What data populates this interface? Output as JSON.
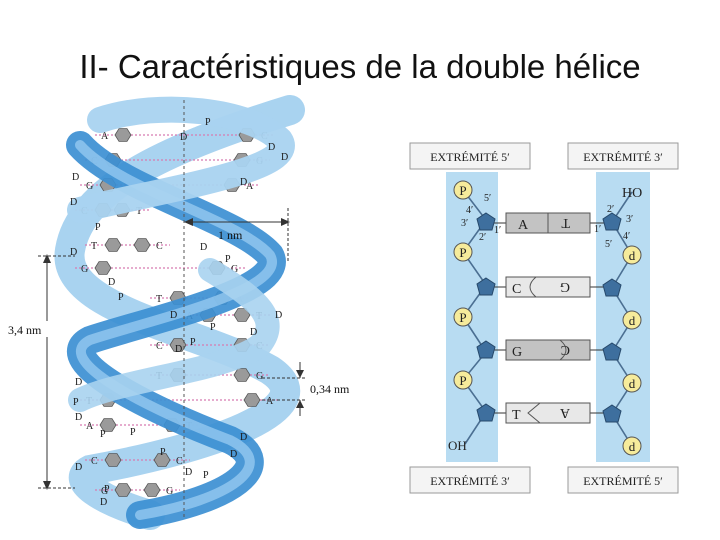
{
  "slide": {
    "title": "II- Caractéristiques de la double hélice"
  },
  "helix": {
    "measure_pitch": "3,4 nm",
    "measure_width": "1 nm",
    "measure_step": "0,34 nm",
    "sugar_letter": "D",
    "phosphate_letter": "P",
    "base_letters": [
      "A",
      "T",
      "C",
      "G"
    ],
    "colors": {
      "dark_strand": "#3c8fd3",
      "light_strand": "#a9d3f0",
      "base": "#9a9a9a"
    }
  },
  "strands": {
    "top_left": "EXTRÉMITÉ 5′",
    "top_right": "EXTRÉMITÉ 3′",
    "bottom_left": "EXTRÉMITÉ 3′",
    "bottom_right": "EXTRÉMITÉ 5′",
    "left_top_end": "P",
    "left_bottom_end": "OH",
    "right_top_end": "HO",
    "phosphate": "P",
    "deoxyribose": "d",
    "carbons": {
      "c5": "5′",
      "c4": "4′",
      "c3": "3′",
      "c2": "2′",
      "c1": "1′"
    },
    "pairs": [
      {
        "left": "A",
        "right": "T"
      },
      {
        "left": "C",
        "right": "G"
      },
      {
        "left": "G",
        "right": "C"
      },
      {
        "left": "T",
        "right": "A"
      }
    ],
    "colors": {
      "strand_bg": "#b8dcf2",
      "sugar": "#3e6f9e",
      "phosphate_fill": "#f6eb9b",
      "base_fill": "#bdbdbd"
    }
  }
}
